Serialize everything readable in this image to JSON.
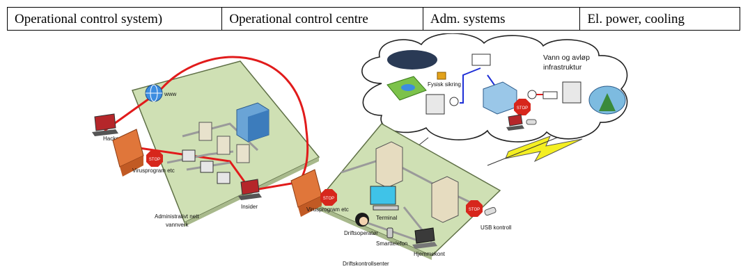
{
  "header": {
    "columns": [
      "Operational control system)",
      "Operational control centre",
      "Adm. systems",
      "El. power, cooling"
    ]
  },
  "diagram": {
    "labels": {
      "www": "www",
      "hacker": "Hacker",
      "virus_left": "Virusprogram etc",
      "insider": "Insider",
      "admin_net_line1": "Administrativt nett",
      "admin_net_line2": "vannverk",
      "virus_right": "Virusprogram etc",
      "terminal": "Terminal",
      "operator": "Driftsoperatør",
      "smartphone": "Smarttelefon",
      "home": "Hjemmekont",
      "usb": "USB kontroll",
      "control_centre": "Driftskontrollsenter",
      "physical_security": "Fysisk sikring",
      "cloud_title_line1": "Vann og avløp",
      "cloud_title_line2": "infrastruktur",
      "stop": "STOP"
    },
    "colors": {
      "platform": "#cfe0b4",
      "platform_edge": "#5f7046",
      "link_red": "#e11b1b",
      "link_blue": "#1e2fd6",
      "lan_grey": "#9a9a9a",
      "firewall": "#e0763a",
      "stop": "#d7261c",
      "lightning": "#f4ef22"
    }
  }
}
